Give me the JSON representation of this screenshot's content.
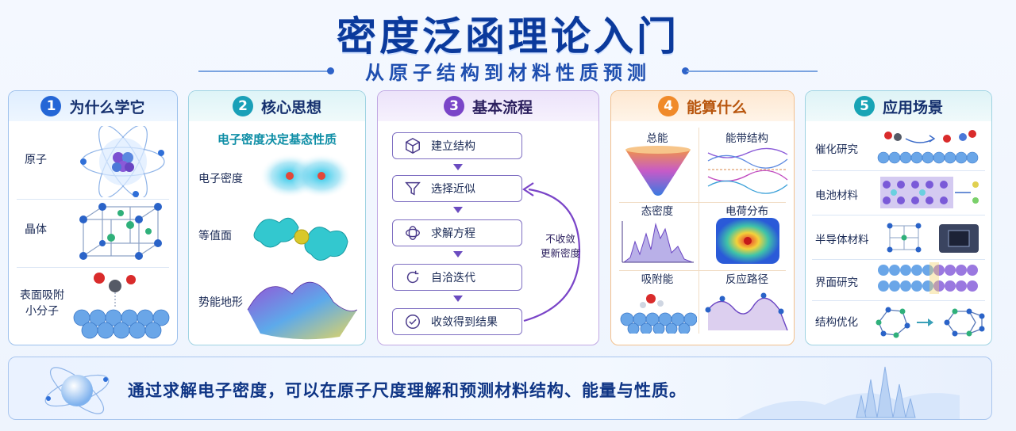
{
  "title": "密度泛函理论入门",
  "subtitle": "从原子结构到材料性质预测",
  "colors": {
    "blue": "#2466d6",
    "teal": "#1aa0b8",
    "purple": "#7a45c8",
    "orange": "#f08a2a"
  },
  "panels": {
    "p1": {
      "num": "1",
      "title": "为什么学它",
      "items": [
        "原子",
        "晶体",
        "表面吸附\n小分子"
      ]
    },
    "p2": {
      "num": "2",
      "title": "核心思想",
      "heading": "电子密度决定基态性质",
      "items": [
        "电子密度",
        "等值面",
        "势能地形"
      ]
    },
    "p3": {
      "num": "3",
      "title": "基本流程",
      "steps": [
        "建立结构",
        "选择近似",
        "求解方程",
        "自洽迭代",
        "收敛得到结果"
      ],
      "loop_note": "不收敛\n更新密度"
    },
    "p4": {
      "num": "4",
      "title": "能算什么",
      "items": [
        "总能",
        "能带结构",
        "态密度",
        "电荷分布",
        "吸附能",
        "反应路径"
      ]
    },
    "p5": {
      "num": "5",
      "title": "应用场景",
      "items": [
        "催化研究",
        "电池材料",
        "半导体材料",
        "界面研究",
        "结构优化"
      ]
    }
  },
  "banner": {
    "text": "通过求解电子密度，可以在原子尺度理解和预测材料结构、能量与性质。"
  }
}
